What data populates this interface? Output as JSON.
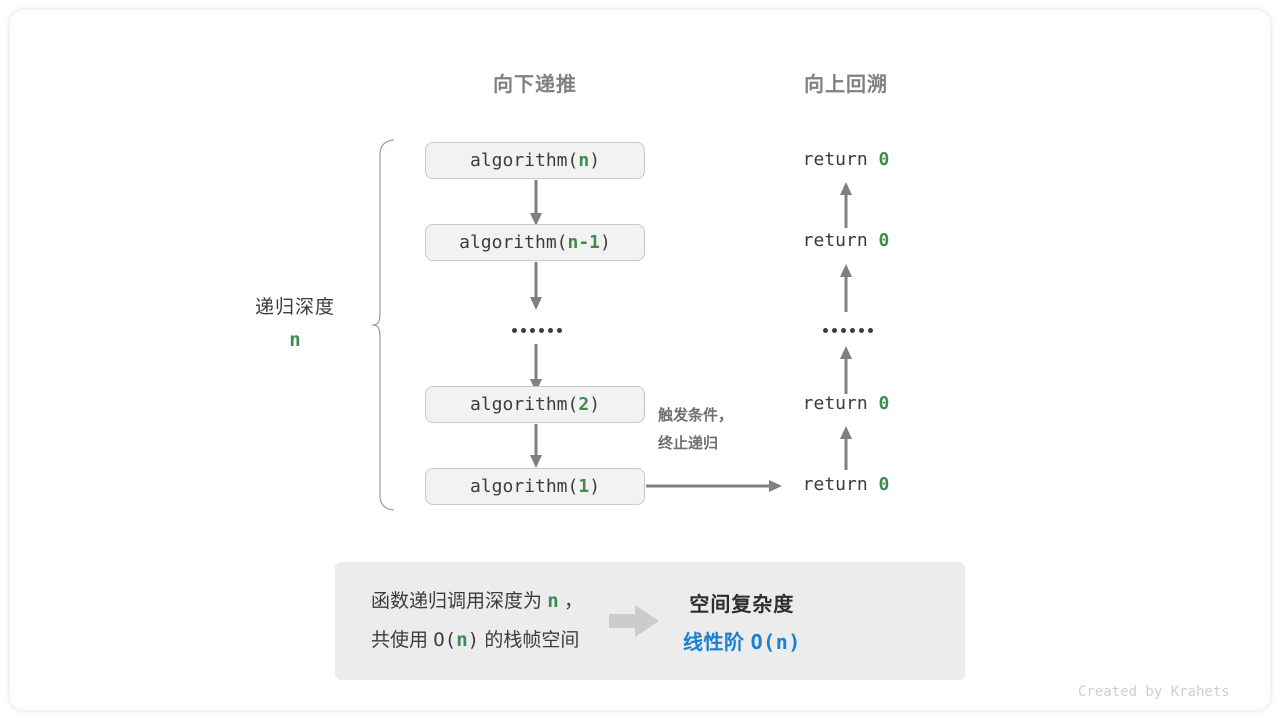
{
  "diagram": {
    "title_down": "向下递推",
    "title_up": "向上回溯",
    "depth_label": "递归深度",
    "depth_value": "n",
    "trigger_note_line1": "触发条件，",
    "trigger_note_line2": "终止递归",
    "ellipsis": "••••••",
    "calls": [
      {
        "name": "algorithm(",
        "arg": "n",
        "close": ")"
      },
      {
        "name": "algorithm(",
        "arg": "n-1",
        "close": ")"
      },
      {
        "name": "algorithm(",
        "arg": "2",
        "close": ")"
      },
      {
        "name": "algorithm(",
        "arg": "1",
        "close": ")"
      }
    ],
    "returns": [
      {
        "keyword": "return",
        "value": "0"
      },
      {
        "keyword": "return",
        "value": "0"
      },
      {
        "keyword": "return",
        "value": "0"
      },
      {
        "keyword": "return",
        "value": "0"
      }
    ]
  },
  "summary": {
    "left_line1_a": "函数递归调用深度为",
    "left_line1_n": "n",
    "left_line1_b": "，",
    "left_line2_a": "共使用",
    "left_line2_o": "O(",
    "left_line2_n": "n",
    "left_line2_cp": ")",
    "left_line2_b": "的栈帧空间",
    "right_title": "空间复杂度",
    "right_value_text": "线性阶",
    "right_value_mono": "O(n)"
  },
  "credit": "Created by Krahets",
  "colors": {
    "green": "#3f8b4f",
    "blue": "#1a80d0",
    "gray_text": "#808080",
    "dark_text": "#3c3c3c",
    "box_fill": "#f2f2f2",
    "box_border": "#c9c9c9",
    "summary_fill": "#ececec",
    "arrow": "#808080"
  }
}
